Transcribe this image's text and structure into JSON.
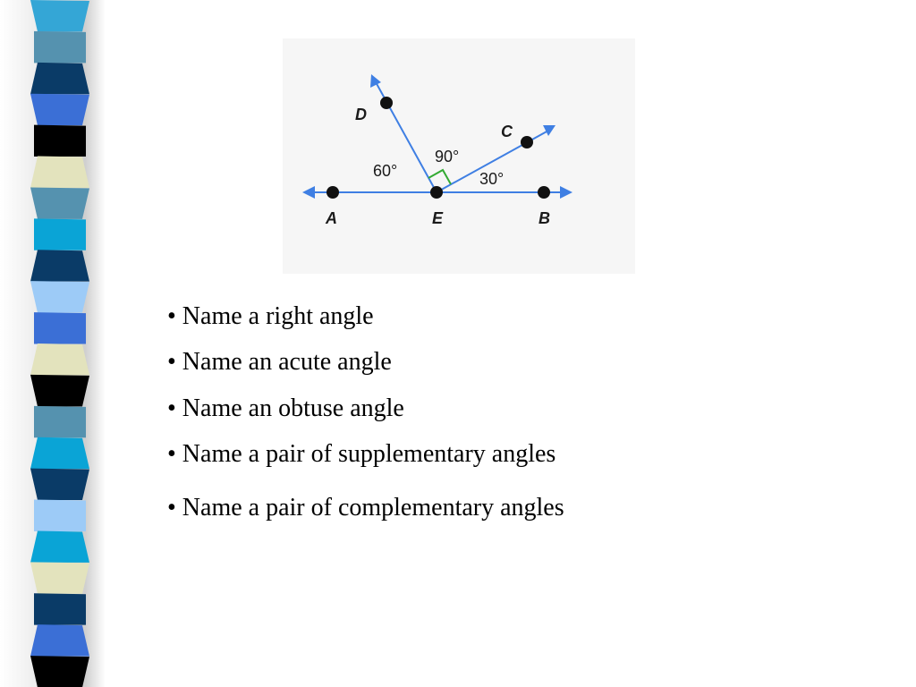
{
  "colors": {
    "strip": [
      "#34A6D6",
      "#5592AF",
      "#0A3B67",
      "#3B6FD6",
      "#000000",
      "#E3E3BD",
      "#5592AF",
      "#0AA4D6",
      "#0A3B67",
      "#9DCBF7",
      "#3B6FD6",
      "#E3E3BD",
      "#000000",
      "#5592AF",
      "#0AA4D6",
      "#0A3B67",
      "#9DCBF7",
      "#0AA4D6",
      "#E3E3BD",
      "#0A3B67",
      "#3B6FD6",
      "#000000"
    ],
    "ray": "#3f7fe3",
    "right_angle_mark": "#33aa33"
  },
  "diagram": {
    "points": {
      "a": "A",
      "e": "E",
      "b": "B",
      "d": "D",
      "c": "C"
    },
    "angles": {
      "dea": "60°",
      "dec": "90°",
      "ceb": "30°"
    }
  },
  "bullets": [
    "• Name a right angle",
    "• Name an acute angle",
    "• Name an obtuse angle",
    "• Name a pair of supplementary angles",
    "• Name a pair of complementary angles"
  ]
}
